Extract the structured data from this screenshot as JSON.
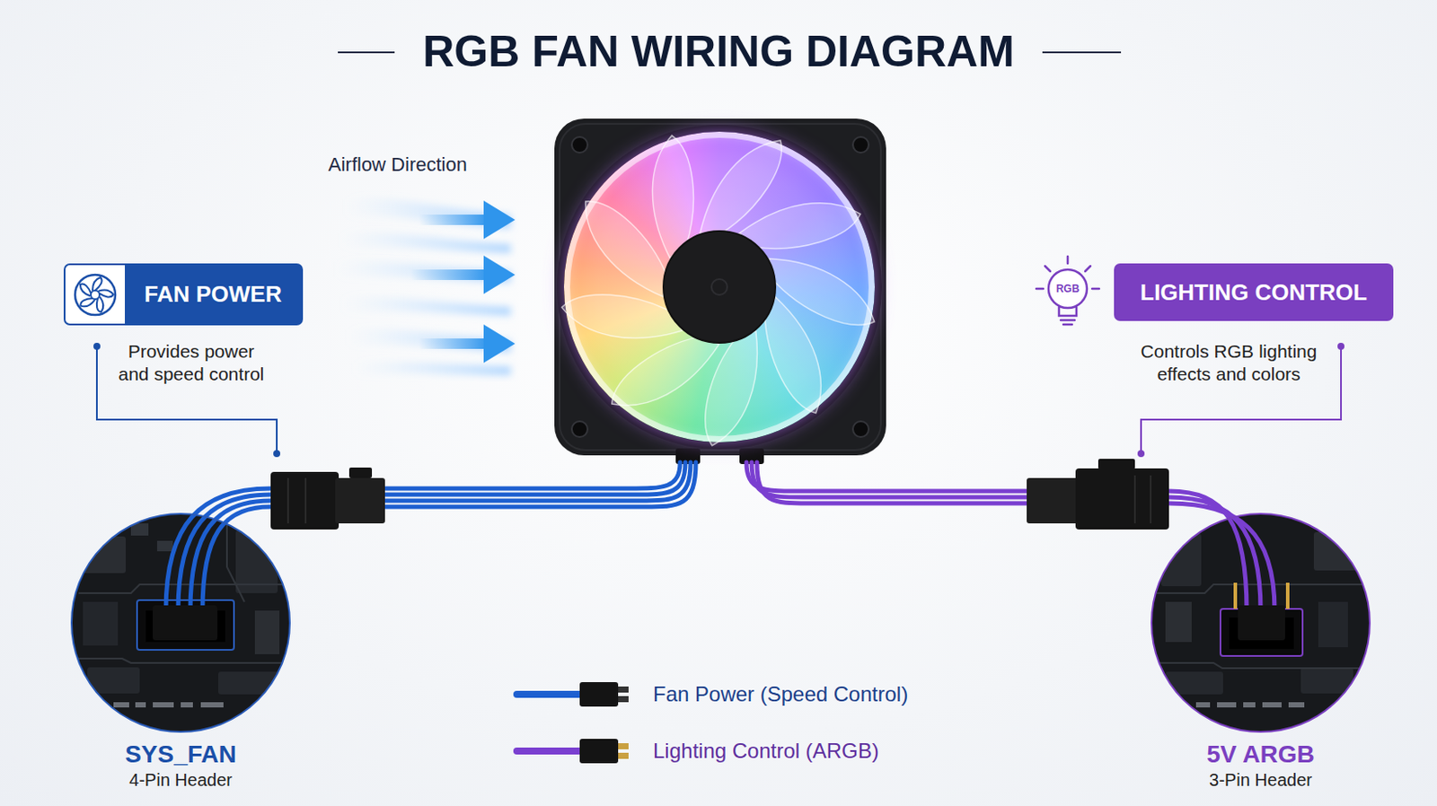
{
  "diagram": {
    "title": "RGB FAN WIRING DIAGRAM",
    "nodes": [
      {
        "text": [
          "FAN POWER",
          "Provides power and speed control"
        ]
      },
      {
        "text": [
          "LIGHTING CONTROL",
          "Controls RGB lighting effects and colors"
        ]
      },
      {
        "text": [
          "SYS_FAN",
          "4-Pin Header"
        ]
      },
      {
        "text": [
          "5V ARGB",
          "3-Pin Header"
        ]
      }
    ],
    "labels": [
      "Airflow Direction",
      "RGB"
    ],
    "legend": [
      {
        "text": "Fan Power (Speed Control)"
      },
      {
        "text": "Lighting Control (ARGB)"
      }
    ]
  }
}
